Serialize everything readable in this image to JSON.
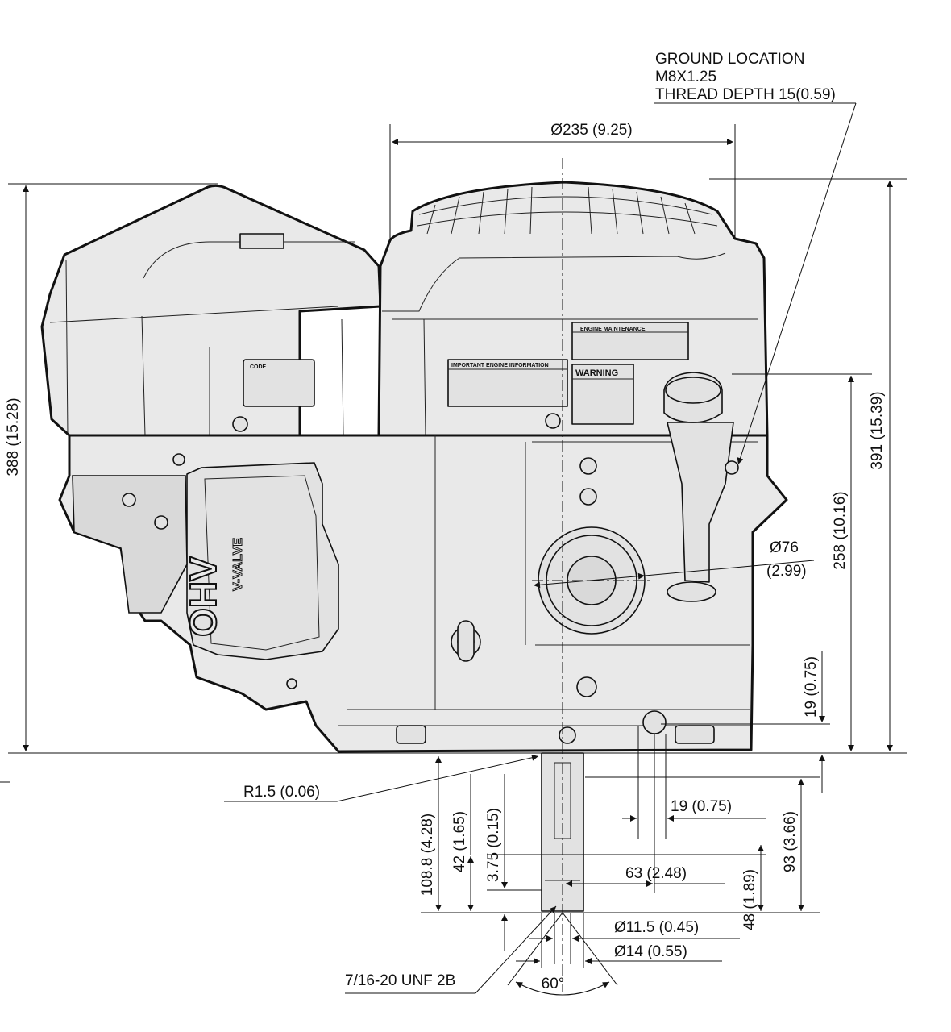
{
  "ground_note": {
    "line1": "GROUND LOCATION",
    "line2": "M8X1.25",
    "line3": "THREAD DEPTH 15(0.59)"
  },
  "labels": {
    "code": "CODE",
    "important_info": "IMPORTANT ENGINE INFORMATION",
    "engine_maintenance": "ENGINE MAINTENANCE",
    "warning": "WARNING",
    "ohv": "OHV",
    "v_valve": "V-VALVE"
  },
  "dimensions": {
    "shroud_dia": "Ø235  (9.25)",
    "height_left": "388  (15.28)",
    "height_right": "391  (15.39)",
    "mount_to_face": "258  (10.16)",
    "dipstick_dia_a": "Ø76",
    "dipstick_dia_b": "(2.99)",
    "flange_19": "19  (0.75)",
    "fillet": "R1.5  (0.06)",
    "shaft_length": "108.8  (4.28)",
    "keyway_42": "42  (1.65)",
    "chamfer": "3.75  (0.15)",
    "offset_19": "19  (0.75)",
    "offset_63": "63  (2.48)",
    "length_93": "93  (3.66)",
    "length_48": "48  (1.89)",
    "bore_dia": "Ø11.5  (0.45)",
    "shaft_dia": "Ø14  (0.55)",
    "thread": "7/16-20 UNF 2B",
    "angle": "60°"
  }
}
